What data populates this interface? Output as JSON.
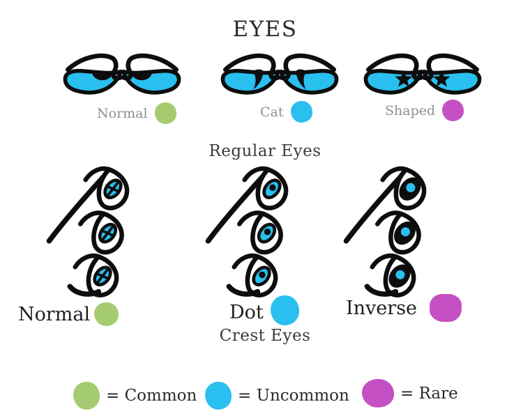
{
  "title": "EYES",
  "palette": {
    "common_green": "#a4cb70",
    "uncommon_blue": "#29bfee",
    "rare_magenta": "#c550c3",
    "ink_black": "#0d0d0d",
    "regular_label_gray": "#8f8f8f"
  },
  "regular_eyes": {
    "heading": "Regular Eyes",
    "variants": [
      {
        "label": "Normal",
        "rarity": "common",
        "dot_color": "#a4cb70"
      },
      {
        "label": "Cat",
        "rarity": "uncommon",
        "dot_color": "#29bfee"
      },
      {
        "label": "Shaped",
        "rarity": "rare",
        "dot_color": "#c550c3"
      }
    ]
  },
  "crest_eyes": {
    "heading": "Crest Eyes",
    "variants": [
      {
        "label": "Normal",
        "rarity": "common",
        "dot_color": "#a4cb70"
      },
      {
        "label": "Dot",
        "rarity": "uncommon",
        "dot_color": "#29bfee"
      },
      {
        "label": "Inverse",
        "rarity": "rare",
        "dot_color": "#c550c3"
      }
    ]
  },
  "legend": {
    "items": [
      {
        "label": "= Common",
        "color": "#a4cb70"
      },
      {
        "label": "= Uncommon",
        "color": "#29bfee"
      },
      {
        "label": "= Rare",
        "color": "#c550c3"
      }
    ]
  }
}
